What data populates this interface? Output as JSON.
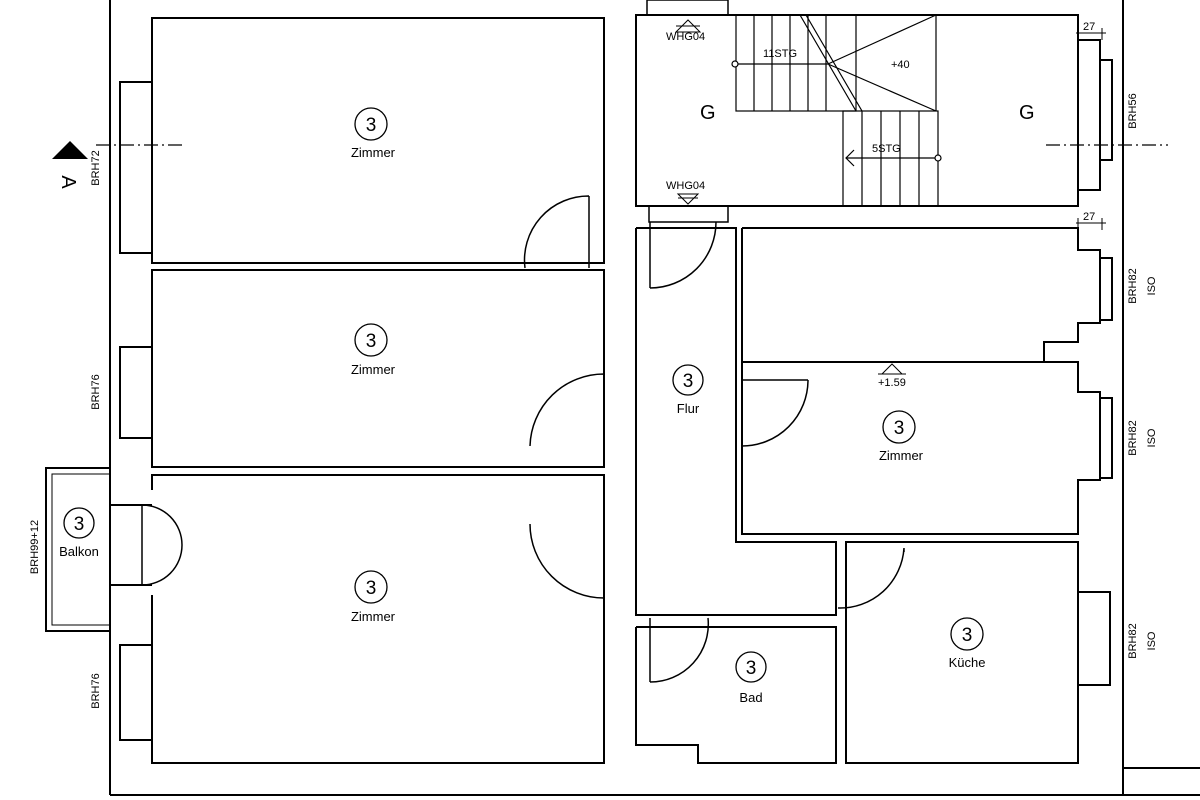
{
  "plan": {
    "room_number": "3",
    "rooms": [
      {
        "id": "zimmer-1",
        "name": "Zimmer"
      },
      {
        "id": "zimmer-2",
        "name": "Zimmer"
      },
      {
        "id": "zimmer-3",
        "name": "Zimmer"
      },
      {
        "id": "balkon",
        "name": "Balkon"
      },
      {
        "id": "flur",
        "name": "Flur"
      },
      {
        "id": "zimmer-4",
        "name": "Zimmer"
      },
      {
        "id": "bad",
        "name": "Bad"
      },
      {
        "id": "kueche",
        "name": "Küche"
      }
    ],
    "stair": {
      "up_label": "11STG",
      "down_label": "5STG",
      "level_label": "+40",
      "landing_left": "G",
      "landing_right": "G",
      "whg_top": "WHG04",
      "whg_bottom": "WHG04"
    },
    "level_marker": "+1.59",
    "section_marker": "A",
    "dimensions": {
      "top_right": "27",
      "mid_right": "27"
    },
    "window_labels": {
      "left_top": "BRH72",
      "left_mid": "BRH76",
      "left_balcony": "BRH99+12",
      "left_bottom": "BRH76",
      "right_top": "BRH56",
      "right_mid1": "BRH82",
      "right_mid2": "BRH82",
      "right_bottom": "BRH82",
      "iso": "ISO"
    }
  }
}
